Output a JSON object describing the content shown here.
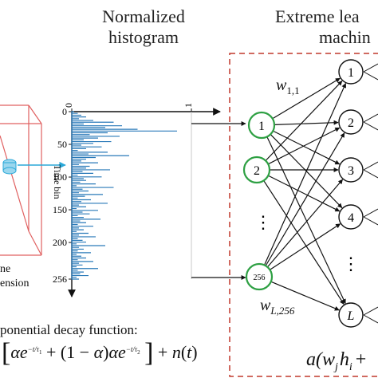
{
  "titles": {
    "histogram_line1": "Normalized",
    "histogram_line2": "histogram",
    "elm_line1": "Extreme lea",
    "elm_line2": "machin"
  },
  "histogram": {
    "x_ticks": [
      "0",
      "1"
    ],
    "y_ticks": [
      "0",
      "50",
      "100",
      "150",
      "200",
      "256"
    ],
    "y_axis_label": "Time bin",
    "bar_color": "#2a7ab9",
    "values_description_skip": true,
    "bins": [
      0.02,
      0.05,
      0.08,
      0.12,
      0.06,
      0.18,
      0.35,
      0.1,
      0.42,
      0.28,
      0.55,
      0.88,
      0.3,
      0.15,
      0.4,
      0.22,
      0.1,
      0.33,
      0.18,
      0.08,
      0.25,
      0.12,
      0.05,
      0.3,
      0.14,
      0.48,
      0.2,
      0.12,
      0.08,
      0.22,
      0.06,
      0.15,
      0.12,
      0.32,
      0.09,
      0.18,
      0.05,
      0.25,
      0.1,
      0.12,
      0.07,
      0.2,
      0.04,
      0.35,
      0.09,
      0.14,
      0.06,
      0.26,
      0.11,
      0.05,
      0.16,
      0.08,
      0.3,
      0.06,
      0.12,
      0.04,
      0.22,
      0.09,
      0.15,
      0.05,
      0.1,
      0.24,
      0.07,
      0.12,
      0.05,
      0.18,
      0.06,
      0.1,
      0.04,
      0.14,
      0.06,
      0.2,
      0.05,
      0.09,
      0.12,
      0.04,
      0.28,
      0.06,
      0.1,
      0.05,
      0.16,
      0.04,
      0.08,
      0.12,
      0.05,
      0.18,
      0.06,
      0.09,
      0.04,
      0.22,
      0.05,
      0.1,
      0.07,
      0.14,
      0.04,
      0.06
    ]
  },
  "input_nodes": [
    "1",
    "2",
    "⋮",
    "256"
  ],
  "hidden_nodes": [
    "1",
    "2",
    "3",
    "4",
    "⋮",
    "L"
  ],
  "weights": {
    "top": "w",
    "top_sub": "1,1",
    "bottom": "w",
    "bottom_sub": "L,256"
  },
  "left_panel": {
    "label_top": "ne",
    "label_bottom": "ension"
  },
  "decay": {
    "caption": "ponential decay function:"
  },
  "activation": {
    "text": "a(w",
    "sub_j": "j",
    "h": "h",
    "sub_i": "i",
    "plus": "+"
  },
  "colors": {
    "input_node": "#2ea043",
    "dashed_box": "#c0392b",
    "left_cube": "#e06060",
    "arrow": "#111111",
    "cyan_link": "#2aa8d8"
  }
}
